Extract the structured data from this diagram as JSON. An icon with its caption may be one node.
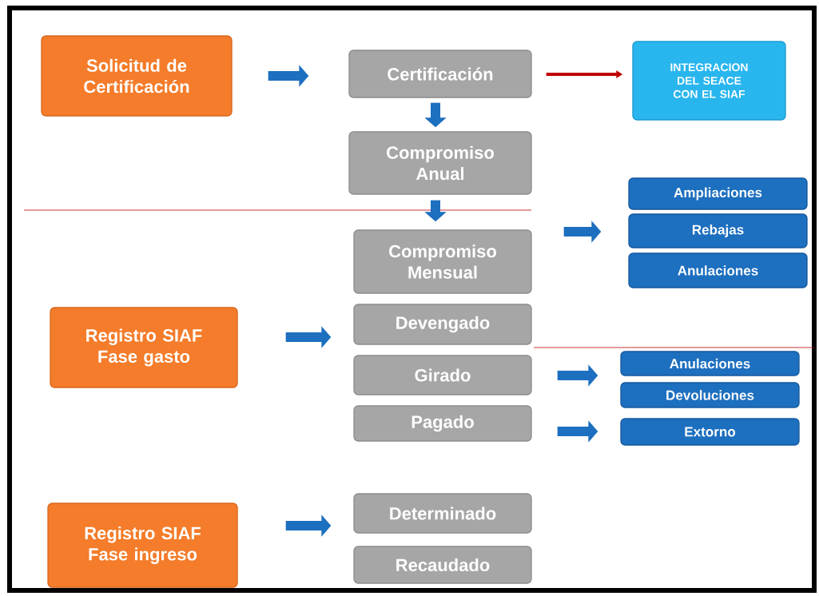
{
  "diagram": {
    "nodes": [
      {
        "text": [
          "Solicitud de Certificación"
        ]
      },
      {
        "text": [
          "Certificación"
        ]
      },
      {
        "text": [
          "INTEGRACION DEL SEACE CON EL SIAF"
        ]
      },
      {
        "text": [
          "Compromiso Anual"
        ]
      },
      {
        "text": [
          "Compromiso Mensual"
        ]
      },
      {
        "text": [
          "Ampliaciones"
        ]
      },
      {
        "text": [
          "Rebajas"
        ]
      },
      {
        "text": [
          "Anulaciones"
        ]
      },
      {
        "text": [
          "Registro SIAF Fase gasto"
        ]
      },
      {
        "text": [
          "Devengado"
        ]
      },
      {
        "text": [
          "Girado"
        ]
      },
      {
        "text": [
          "Pagado"
        ]
      },
      {
        "text": [
          "Anulaciones"
        ]
      },
      {
        "text": [
          "Devoluciones"
        ]
      },
      {
        "text": [
          "Extorno"
        ]
      },
      {
        "text": [
          "Registro SIAF Fase ingreso"
        ]
      },
      {
        "text": [
          "Determinado"
        ]
      },
      {
        "text": [
          "Recaudado"
        ]
      }
    ],
    "edges": [
      {
        "from": 0,
        "to": 1,
        "arrow": "to"
      },
      {
        "from": 1,
        "to": 2,
        "arrow": "to",
        "color": "#c00000"
      },
      {
        "from": 1,
        "to": 3,
        "arrow": "to"
      },
      {
        "from": 3,
        "to": 4,
        "arrow": "to"
      },
      {
        "from": 4,
        "to": 6,
        "arrow": "to"
      },
      {
        "from": 8,
        "to": 9,
        "arrow": "to"
      },
      {
        "from": 10,
        "to": 12,
        "arrow": "to"
      },
      {
        "from": 11,
        "to": 14,
        "arrow": "to"
      },
      {
        "from": 15,
        "to": 16,
        "arrow": "to"
      }
    ]
  }
}
